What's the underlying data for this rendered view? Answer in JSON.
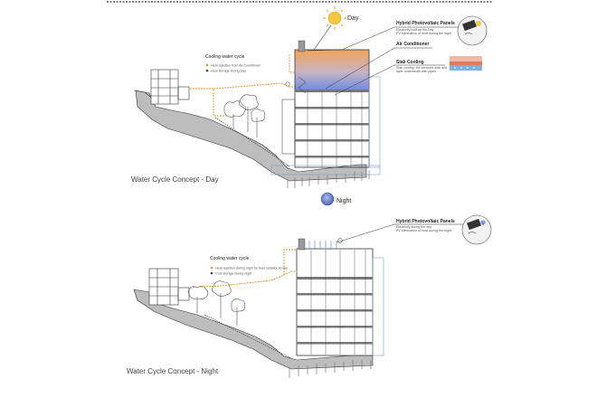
{
  "day": {
    "sun_label": "Day",
    "cooling_title": "Cooling water cycle",
    "legend": [
      {
        "text": "Heat rejection from Air Conditioner",
        "color": "#e0922a"
      },
      {
        "text": "Heat storage during Day",
        "color": "#444444"
      }
    ],
    "callouts": [
      {
        "title": "Hybrid Photovoltaic Panels",
        "sub": [
          "Electricity built up the Day",
          "PV elimination of heat during the night"
        ]
      },
      {
        "title": "Air Conditioner",
        "sub": []
      },
      {
        "title": "Slab Cooling",
        "sub": [
          "Slab cooling: the concrete slab and",
          "layer underneath with pipes"
        ]
      }
    ],
    "caption": "Water Cycle Concept - Day"
  },
  "night": {
    "moon_label": "Night",
    "cooling_title": "Cooling water cycle",
    "legend": [
      {
        "text": "Heat rejection during night by heat radiation to sky",
        "color": "#e0922a"
      },
      {
        "text": "Cool storage during night",
        "color": "#444444"
      }
    ],
    "callouts": [
      {
        "title": "Hybrid Photovoltaic Panels",
        "sub": [
          "Electricity during the day",
          "PV elimination of heat during the night"
        ]
      }
    ],
    "caption": "Water Cycle Concept - Night"
  },
  "colors": {
    "warm": "#f0a860",
    "cool": "#7f97d8",
    "sun": "#f5c842",
    "moon": "#6d86c9",
    "pipe": "#e0922a",
    "line": "#333333"
  }
}
